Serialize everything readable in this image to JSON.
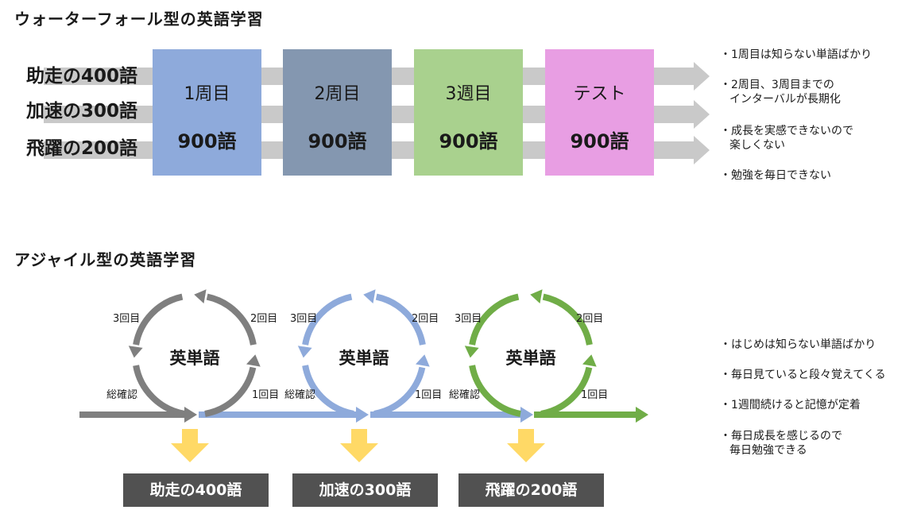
{
  "waterfall": {
    "title": "ウォーターフォール型の英語学習",
    "word_groups": [
      "助走の400語",
      "加速の300語",
      "飛躍の200語"
    ],
    "phases": [
      {
        "name": "1周目",
        "count": "900語",
        "color": "#8eaadb"
      },
      {
        "name": "2周目",
        "count": "900語",
        "color": "#8497b0"
      },
      {
        "name": "3週目",
        "count": "900語",
        "color": "#a9d18e"
      },
      {
        "name": "テスト",
        "count": "900語",
        "color": "#e89ee3"
      }
    ],
    "notes": [
      [
        "・1周目は知らない単語ばかり"
      ],
      [
        "・2周目、3周目までの",
        "インターバルが長期化"
      ],
      [
        "・成長を実感できないので",
        "楽しくない"
      ],
      [
        "・勉強を毎日できない"
      ]
    ]
  },
  "agile": {
    "title": "アジャイル型の英語学習",
    "cycles": [
      {
        "center": "英単語",
        "label_1": "1回目",
        "label_2": "2回目",
        "label_3": "3回目",
        "label_review": "総確認",
        "color": "#7f7f7f",
        "result": "助走の400語"
      },
      {
        "center": "英単語",
        "label_1": "1回目",
        "label_2": "2回目",
        "label_3": "3回目",
        "label_review": "総確認",
        "color": "#8eaadb",
        "result": "加速の300語"
      },
      {
        "center": "英単語",
        "label_1": "1回目",
        "label_2": "2回目",
        "label_3": "3回目",
        "label_review": "総確認",
        "color": "#70ad47",
        "result": "飛躍の200語"
      }
    ],
    "notes": [
      [
        "・はじめは知らない単語ばかり"
      ],
      [
        "・毎日見ていると段々覚えてくる"
      ],
      [
        "・1週間続けると記憶が定着"
      ],
      [
        "・毎日成長を感じるので",
        "毎日勉強できる"
      ]
    ],
    "down_arrow_color": "#ffd966"
  }
}
